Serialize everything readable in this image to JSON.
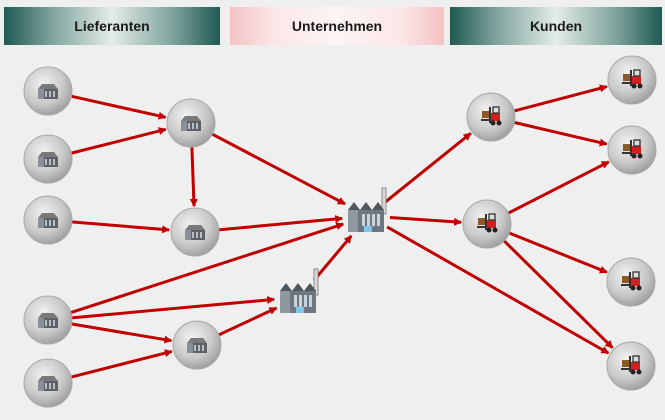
{
  "header": {
    "suppliers_label": "Lieferanten",
    "company_label": "Unternehmen",
    "customers_label": "Kunden"
  },
  "colors": {
    "arrow": "#c00000",
    "header_green": "#1f5a52",
    "header_pink": "#f4c2c2",
    "node_fill": "#c8c8c8"
  },
  "nodes": [
    {
      "id": "s1",
      "kind": "supplier-factory-icon"
    },
    {
      "id": "s2",
      "kind": "supplier-factory-icon"
    },
    {
      "id": "s3",
      "kind": "supplier-factory-icon"
    },
    {
      "id": "s4",
      "kind": "supplier-factory-icon"
    },
    {
      "id": "s5",
      "kind": "supplier-factory-icon"
    },
    {
      "id": "t1",
      "kind": "supplier-factory-icon"
    },
    {
      "id": "t2",
      "kind": "supplier-factory-icon"
    },
    {
      "id": "t3",
      "kind": "supplier-factory-icon"
    },
    {
      "id": "p1",
      "kind": "plant-icon"
    },
    {
      "id": "p2",
      "kind": "plant-icon"
    },
    {
      "id": "d1",
      "kind": "forklift-icon"
    },
    {
      "id": "d2",
      "kind": "forklift-icon"
    },
    {
      "id": "c1",
      "kind": "forklift-icon"
    },
    {
      "id": "c2",
      "kind": "forklift-icon"
    },
    {
      "id": "c3",
      "kind": "forklift-icon"
    },
    {
      "id": "c4",
      "kind": "forklift-icon"
    }
  ],
  "edges": [
    [
      "s1",
      "t1"
    ],
    [
      "s2",
      "t1"
    ],
    [
      "t1",
      "t2"
    ],
    [
      "s3",
      "t2"
    ],
    [
      "t1",
      "p1"
    ],
    [
      "t2",
      "p1"
    ],
    [
      "s4",
      "p1"
    ],
    [
      "s4",
      "p2"
    ],
    [
      "s4",
      "t3"
    ],
    [
      "s5",
      "t3"
    ],
    [
      "t3",
      "p2"
    ],
    [
      "p2",
      "p1"
    ],
    [
      "p1",
      "d1"
    ],
    [
      "p1",
      "d2"
    ],
    [
      "p1",
      "c4"
    ],
    [
      "d1",
      "c1"
    ],
    [
      "d1",
      "c2"
    ],
    [
      "d2",
      "c2"
    ],
    [
      "d2",
      "c3"
    ],
    [
      "d2",
      "c4"
    ]
  ]
}
